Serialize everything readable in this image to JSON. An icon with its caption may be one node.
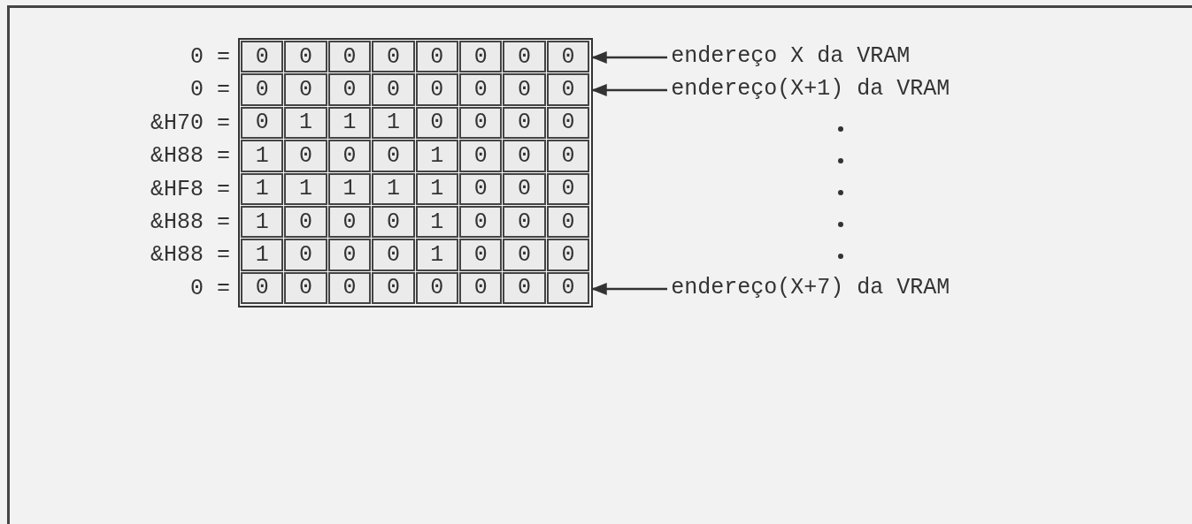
{
  "diagram": {
    "nodes": [
      {
        "text": [
          "endereço X da VRAM"
        ]
      },
      {
        "text": [
          "endereço(X+1) da VRAM"
        ]
      },
      {
        "text": [
          "endereço(X+7) da VRAM"
        ]
      },
      {
        "text": [
          "0"
        ]
      },
      {
        "text": [
          "0"
        ]
      },
      {
        "text": [
          "0"
        ]
      }
    ],
    "edges": [
      {
        "from": 0,
        "to": 3,
        "arrow": "to"
      },
      {
        "from": 1,
        "to": 4,
        "arrow": "to"
      },
      {
        "from": 2,
        "to": 5,
        "arrow": "to"
      }
    ],
    "labels": [
      "0 =",
      "0",
      "0",
      "0",
      "0",
      "0",
      "0",
      "0",
      "0 =",
      "0",
      "0",
      "0",
      "0",
      "0",
      "0",
      "0",
      "&H70 =",
      "0",
      "1",
      "1",
      "1",
      "0",
      "0",
      "0",
      "0",
      "&H88 =",
      "1",
      "0",
      "0",
      "0",
      "1",
      "0",
      "0",
      "0",
      "&HF8 =",
      "1",
      "1",
      "1",
      "1",
      "1",
      "0",
      "0",
      "0",
      "&H88 =",
      "1",
      "0",
      "0",
      "0",
      "1",
      "0",
      "0",
      "0",
      "&H88 =",
      "1",
      "0",
      "0",
      "0",
      "1",
      "0",
      "0",
      "0",
      "0 =",
      "0",
      "0",
      "0",
      "0",
      "0",
      "0",
      "0"
    ]
  }
}
